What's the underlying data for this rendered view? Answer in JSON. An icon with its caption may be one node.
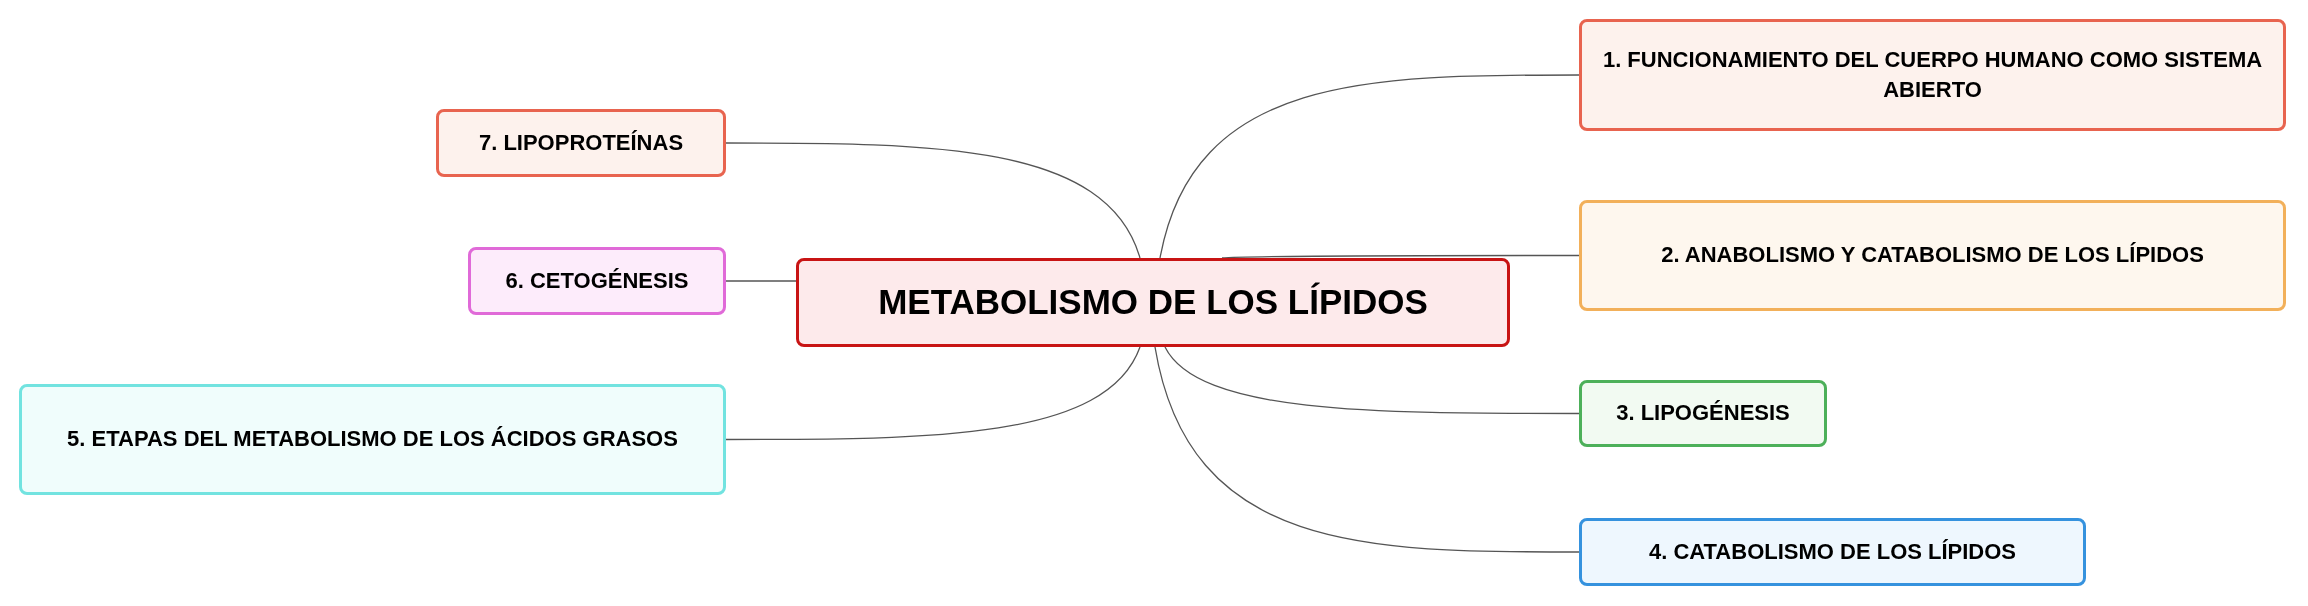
{
  "diagram": {
    "nodes": [
      {
        "text": [
          "METABOLISMO DE LOS LÍPIDOS"
        ]
      },
      {
        "text": [
          "1. FUNCIONAMIENTO DEL CUERPO HUMANO COMO SISTEMA ABIERTO"
        ]
      },
      {
        "text": [
          "2. ANABOLISMO Y CATABOLISMO DE LOS LÍPIDOS"
        ]
      },
      {
        "text": [
          "3. LIPOGÉNESIS"
        ]
      },
      {
        "text": [
          "4. CATABOLISMO DE LOS LÍPIDOS"
        ]
      },
      {
        "text": [
          "5. ETAPAS DEL METABOLISMO DE LOS ÁCIDOS GRASOS"
        ]
      },
      {
        "text": [
          "6. CETOGÉNESIS"
        ]
      },
      {
        "text": [
          "7. LIPOPROTEÍNAS"
        ]
      }
    ],
    "edges": [
      {
        "from": 0,
        "to": 1,
        "arrow": "none"
      },
      {
        "from": 0,
        "to": 2,
        "arrow": "none"
      },
      {
        "from": 0,
        "to": 3,
        "arrow": "none"
      },
      {
        "from": 0,
        "to": 4,
        "arrow": "none"
      },
      {
        "from": 0,
        "to": 5,
        "arrow": "none"
      },
      {
        "from": 0,
        "to": 6,
        "arrow": "none"
      },
      {
        "from": 0,
        "to": 7,
        "arrow": "none"
      }
    ]
  }
}
